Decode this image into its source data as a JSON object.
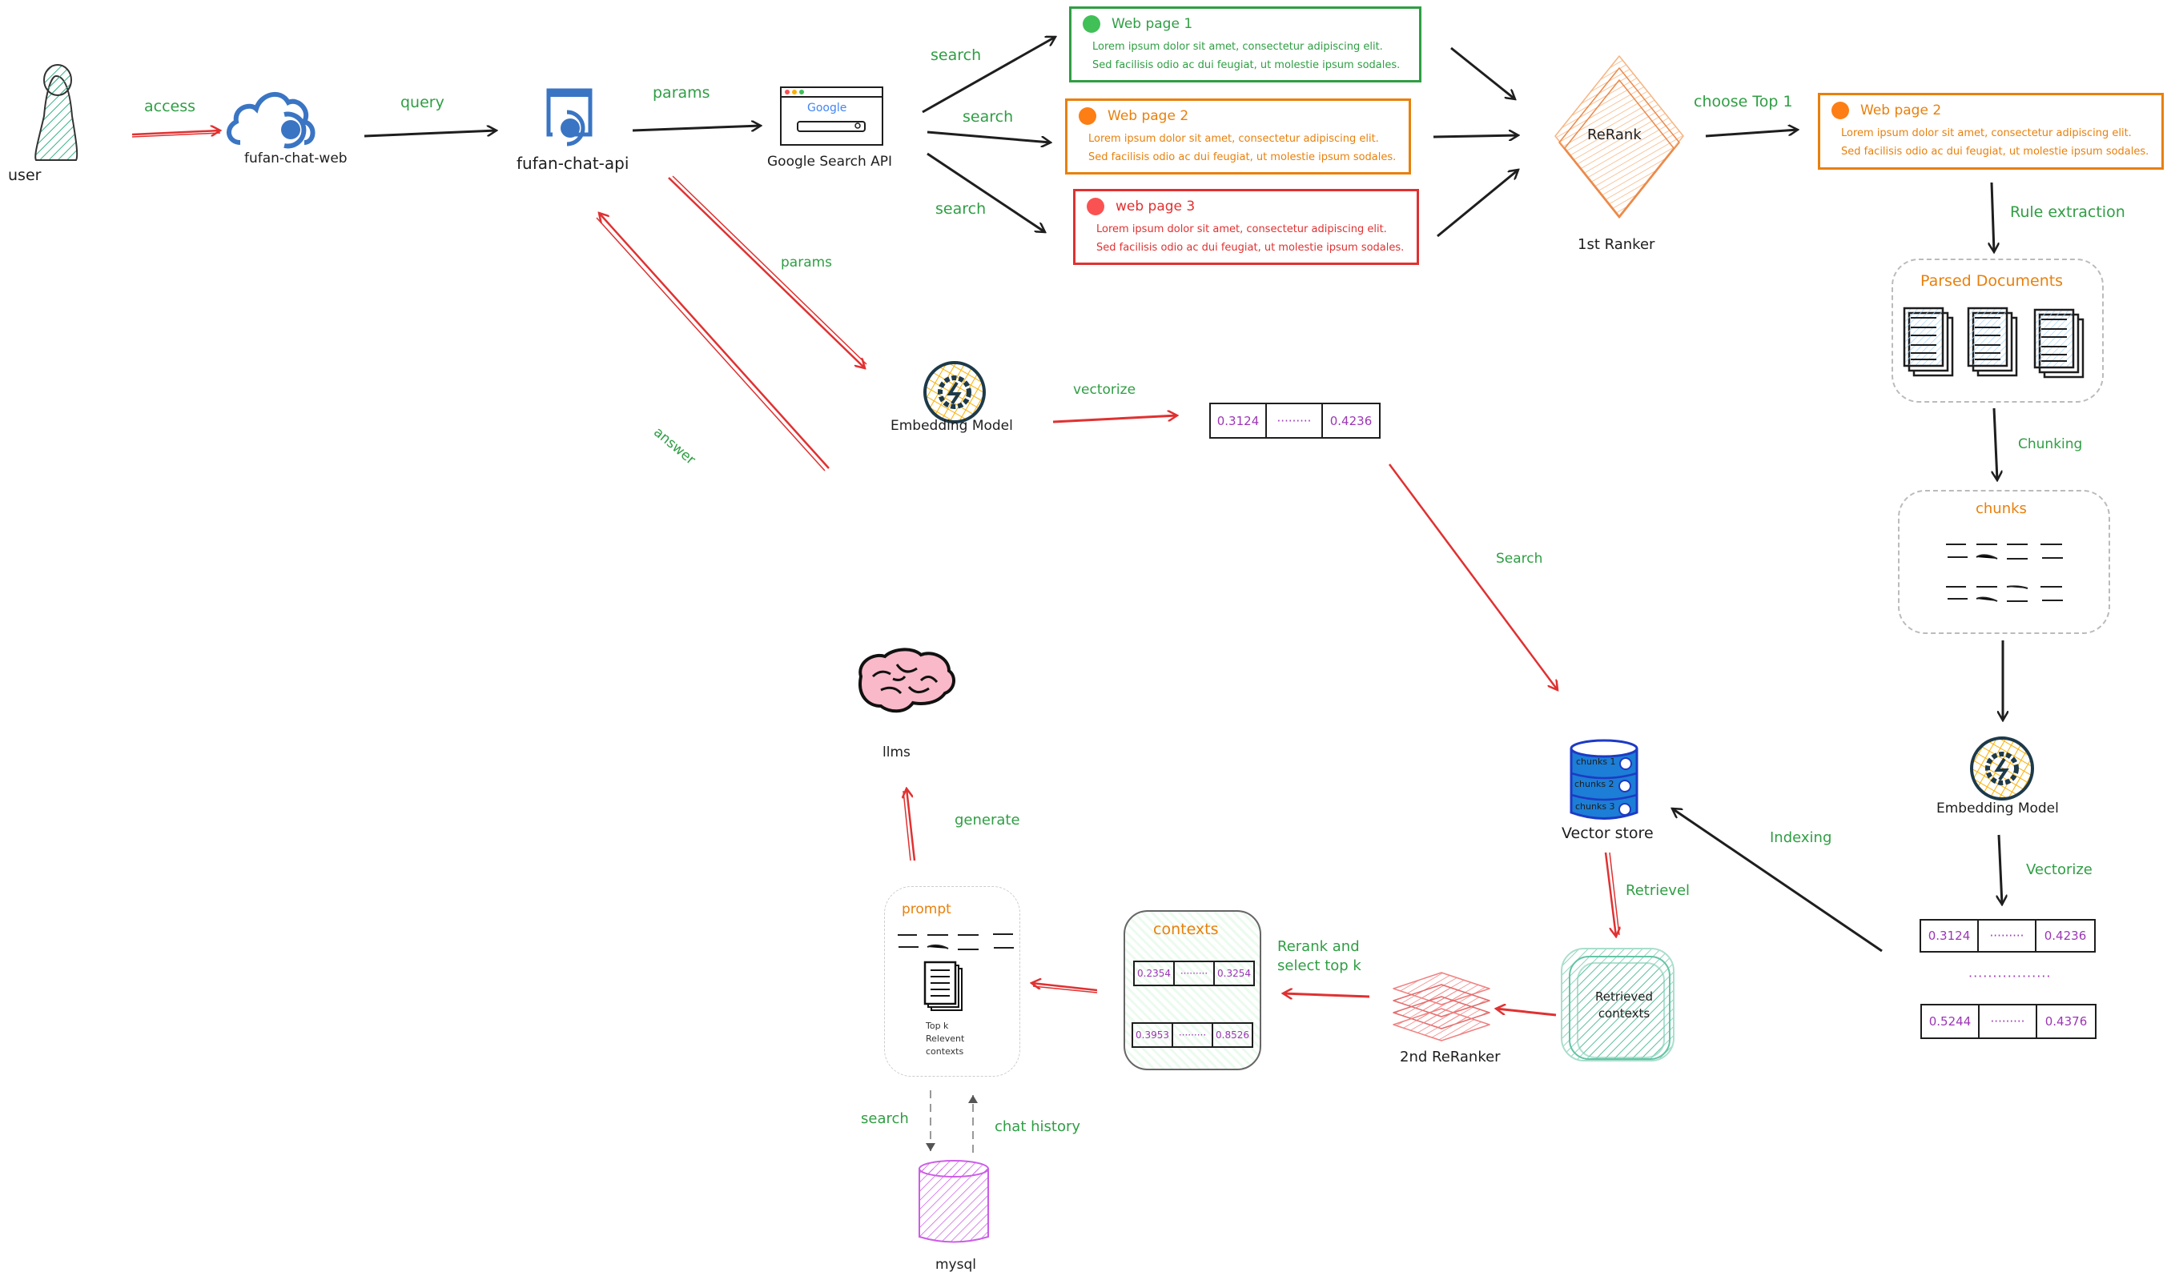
{
  "nodes": {
    "user": "user",
    "web": "fufan-chat-web",
    "api": "fufan-chat-api",
    "google": "Google Search API",
    "google_logo": "Google",
    "rerank": "ReRank",
    "first_ranker": "1st Ranker",
    "parsed_docs": "Parsed Documents",
    "chunks": "chunks",
    "embedding_right": "Embedding Model",
    "embedding_mid": "Embedding Model",
    "vector_store": "Vector store",
    "vector_store_rows": [
      "chunks 1",
      "chunks 2",
      "chunks 3"
    ],
    "retrieved": "Retrieved contexts",
    "second_reranker": "2nd ReRanker",
    "contexts": "contexts",
    "prompt": "prompt",
    "prompt_doc_caption": [
      "Top k",
      "Relevent",
      "contexts"
    ],
    "llms": "llms",
    "mysql": "mysql"
  },
  "edges": {
    "access": "access",
    "query": "query",
    "params_google": "params",
    "search1": "search",
    "search2": "search",
    "search3": "search",
    "choose_top": "choose Top 1",
    "rule_extraction": "Rule extraction",
    "chunking": "Chunking",
    "vectorize_right": "Vectorize",
    "indexing": "Indexing",
    "retrievel": "Retrievel",
    "rerank_select": [
      "Rerank and",
      "select top k"
    ],
    "generate": "generate",
    "answer": "answer",
    "params_embed": "params",
    "vectorize_mid": "vectorize",
    "search_vector": "Search",
    "mysql_search": "search",
    "chat_history": "chat history"
  },
  "web_pages": [
    {
      "title": "Web page 1",
      "line1": "Lorem ipsum dolor sit amet, consectetur adipiscing elit.",
      "line2": "Sed facilisis odio ac dui feugiat, ut molestie ipsum sodales.",
      "color": "#2f9e44",
      "dot": "#40c057"
    },
    {
      "title": "Web page 2",
      "line1": "Lorem ipsum dolor sit amet, consectetur adipiscing elit.",
      "line2": "Sed facilisis odio ac dui feugiat, ut molestie ipsum sodales.",
      "color": "#e8800c",
      "dot": "#fd7e14"
    },
    {
      "title": "web page 3",
      "line1": "Lorem ipsum dolor sit amet, consectetur adipiscing elit.",
      "line2": "Sed facilisis odio ac dui feugiat, ut molestie ipsum sodales.",
      "color": "#e03131",
      "dot": "#fa5252"
    }
  ],
  "selected_page": {
    "title": "Web page 2",
    "line1": "Lorem ipsum dolor sit amet, consectetur adipiscing elit.",
    "line2": "Sed facilisis odio ac dui feugiat, ut molestie ipsum sodales.",
    "color": "#e8800c",
    "dot": "#fd7e14"
  },
  "vectors": {
    "query_vec": [
      "0.3124",
      "·········",
      "0.4236"
    ],
    "index_vec1": [
      "0.3124",
      "·········",
      "0.4236"
    ],
    "index_ellipsis": "·················",
    "index_vec2": [
      "0.5244",
      "·········",
      "0.4376"
    ],
    "ctx_vec1": [
      "0.2354",
      "·········",
      "0.3254"
    ],
    "ctx_vec2": [
      "0.3953",
      "·········",
      "0.8526"
    ]
  },
  "colors": {
    "label_green": "#2f9e44",
    "arrow_red": "#e03131",
    "arrow_black": "#1e1e1e",
    "icon_blue": "#3a75c4",
    "accent_orange": "#e8800c",
    "value_purple": "#9c36b5"
  }
}
